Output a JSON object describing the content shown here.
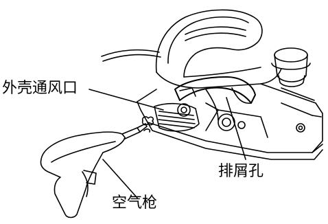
{
  "labels": {
    "vent": "外壳通风口",
    "chip_outlet": "排屑孔",
    "air_gun": "空气枪"
  }
}
